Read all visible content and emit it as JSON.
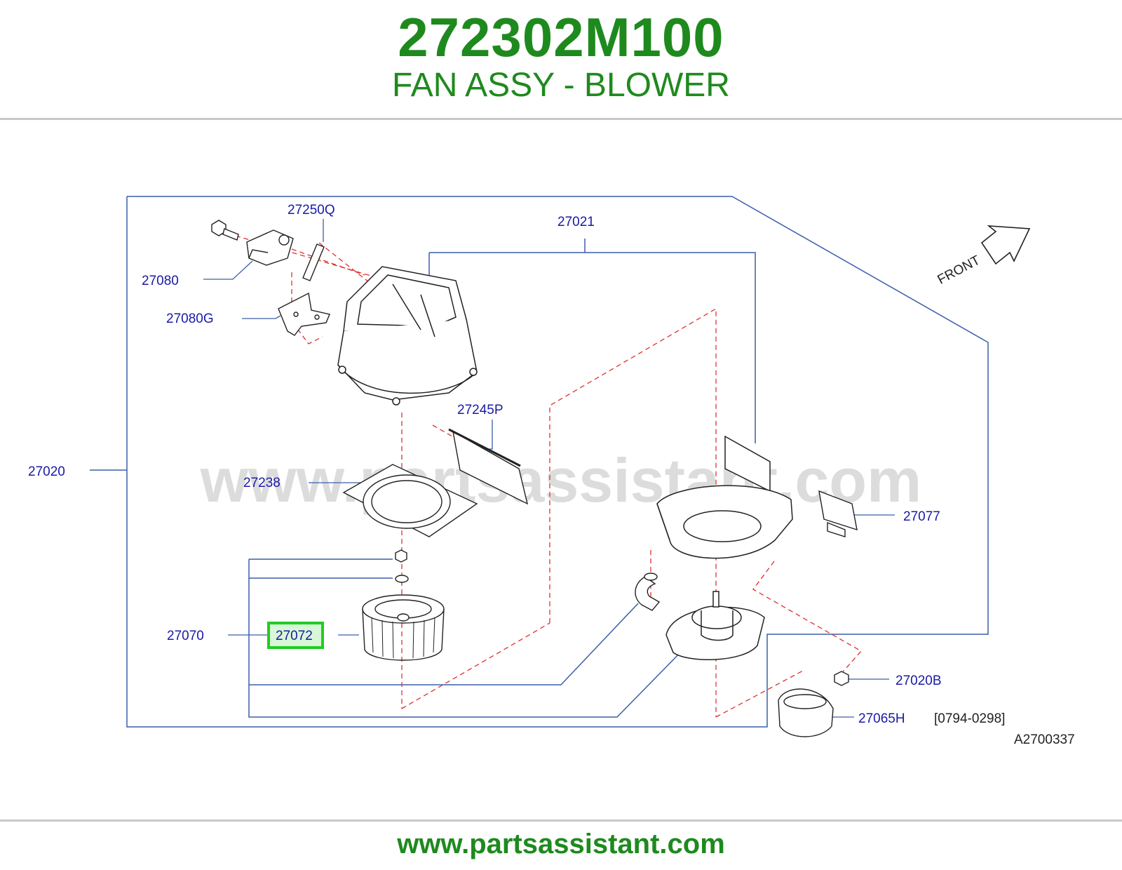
{
  "header": {
    "part_number": "272302M100",
    "part_name": "FAN ASSY - BLOWER"
  },
  "diagram": {
    "watermark": "www.partsassistant.com",
    "direction_label": "FRONT",
    "callouts": {
      "c27250Q": "27250Q",
      "c27021": "27021",
      "c27080": "27080",
      "c27080G": "27080G",
      "c27245P": "27245P",
      "c27020": "27020",
      "c27238": "27238",
      "c27077": "27077",
      "c27070": "27070",
      "c27072": "27072",
      "c27020B": "27020B",
      "c27065H": "27065H"
    },
    "date_code": "[0794-0298]",
    "drawing_id": "A2700337",
    "highlighted_callout": "27072",
    "colors": {
      "callout_text": "#1a1aa6",
      "leader_line": "#3a5fa8",
      "dashed_line": "#e03030",
      "highlight": "#22cc22",
      "brand_green": "#1e8a1e"
    }
  },
  "footer": {
    "url": "www.partsassistant.com"
  }
}
